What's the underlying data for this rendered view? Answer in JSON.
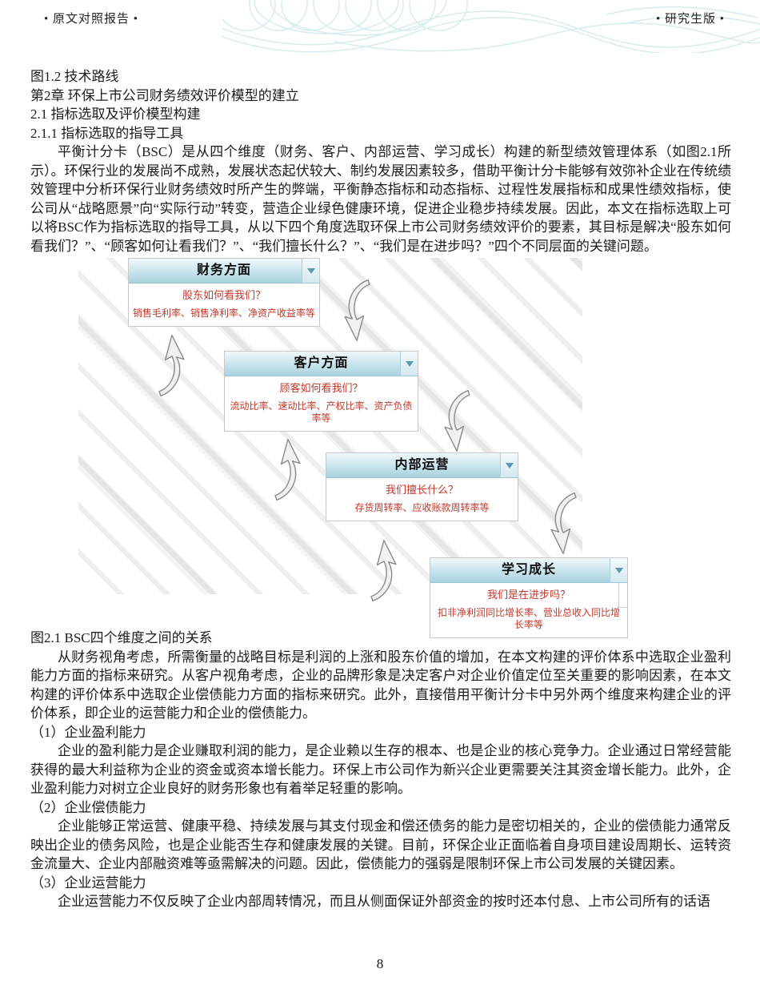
{
  "header": {
    "left": "• 原文对照报告 •",
    "right": "• 研究生版 •"
  },
  "footer": {
    "page_number": "8"
  },
  "body": {
    "fig12_caption": "图1.2 技术路线",
    "chapter_heading": "第2章 环保上市公司财务绩效评价模型的建立",
    "section_heading": "2.1 指标选取及评价模型构建",
    "subsection_heading": "2.1.1 指标选取的指导工具",
    "para_intro": "平衡计分卡（BSC）是从四个维度（财务、客户、内部运营、学习成长）构建的新型绩效管理体系（如图2.1所示）。环保行业的发展尚不成熟，发展状态起伏较大、制约发展因素较多，借助平衡计分卡能够有效弥补企业在传统绩效管理中分析环保行业财务绩效时所产生的弊端，平衡静态指标和动态指标、过程性发展指标和成果性绩效指标，使公司从“战略愿景”向“实际行动”转变，营造企业绿色健康环境，促进企业稳步持续发展。因此，本文在指标选取上可以将BSC作为指标选取的指导工具，从以下四个角度选取环保上市公司财务绩效评价的要素，其目标是解决“股东如何看我们？”、“顾客如何让看我们？”、“我们擅长什么？”、“我们是在进步吗？”四个不同层面的关键问题。",
    "figure_caption": "图2.1 BSC四个维度之间的关系",
    "para_dimensions": "从财务视角考虑，所需衡量的战略目标是利润的上涨和股东价值的增加，在本文构建的评价体系中选取企业盈利能力方面的指标来研究。从客户视角考虑，企业的品牌形象是决定客户对企业价值定位至关重要的影响因素，在本文构建的评价体系中选取企业偿债能力方面的指标来研究。此外，直接借用平衡计分卡中另外两个维度来构建企业的评价体系，即企业的运营能力和企业的偿债能力。",
    "item1_heading": "（1）企业盈利能力",
    "item1_para": "企业的盈利能力是企业赚取利润的能力，是企业赖以生存的根本、也是企业的核心竞争力。企业通过日常经营能获得的最大利益称为企业的资金或资本增长能力。环保上市公司作为新兴企业更需要关注其资金增长能力。此外，企业盈利能力对树立企业良好的财务形象也有着举足轻重的影响。",
    "item2_heading": "（2）企业偿债能力",
    "item2_para": "企业能够正常运营、健康平稳、持续发展与其支付现金和偿还债务的能力是密切相关的，企业的偿债能力通常反映出企业的债务风险，也是企业能否生存和健康发展的关键。目前，环保企业正面临着自身项目建设周期长、运转资金流量大、企业内部融资难等亟需解决的问题。因此，偿债能力的强弱是限制环保上市公司发展的关键因素。",
    "item3_heading": "（3）企业运营能力",
    "item3_para": "企业运营能力不仅反映了企业内部周转情况，而且从侧面保证外部资金的按时还本付息、上市公司所有的话语"
  },
  "figure": {
    "boxes": [
      {
        "title": "财务方面",
        "question": "股东如何看我们？",
        "indicators": "销售毛利率、销售净利率、净资产收益率等"
      },
      {
        "title": "客户方面",
        "question": "顾客如何看我们？",
        "indicators": "流动比率、速动比率、产权比率、资产负债率等"
      },
      {
        "title": "内部运营",
        "question": "我们擅长什么？",
        "indicators": "存货周转率、应收账款周转率等"
      },
      {
        "title": "学习成长",
        "question": "我们是在进步吗？",
        "indicators": "扣非净利润同比增长率、营业总收入同比增长率等"
      }
    ]
  },
  "colors": {
    "red_text": "#c0392b",
    "box_header_top": "#f0f8fa",
    "box_header_bottom": "#a9d2de",
    "dropdown_triangle": "#5b9ab3",
    "box_border": "#c8c8c8",
    "guilloche": "#d9edf1",
    "watermark": "#969696"
  }
}
